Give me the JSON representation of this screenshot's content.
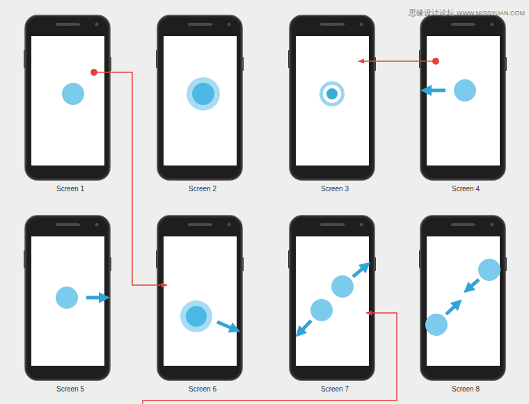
{
  "diagram": {
    "nodes": [
      {
        "text": [
          "Screen 1"
        ]
      },
      {
        "text": [
          "Screen 2"
        ]
      },
      {
        "text": [
          "Screen 3"
        ]
      },
      {
        "text": [
          "Screen 4"
        ]
      },
      {
        "text": [
          "Screen 5"
        ]
      },
      {
        "text": [
          "Screen 6"
        ]
      },
      {
        "text": [
          "Screen 7"
        ]
      },
      {
        "text": [
          "Screen 8"
        ]
      }
    ],
    "edges": [
      {
        "from": 0,
        "to": 5,
        "arrow": "to"
      },
      {
        "from": 3,
        "to": 2,
        "arrow": "to"
      }
    ],
    "labels": [
      "思缘设计论坛",
      "WWW.MISSYUAN.COM"
    ]
  }
}
